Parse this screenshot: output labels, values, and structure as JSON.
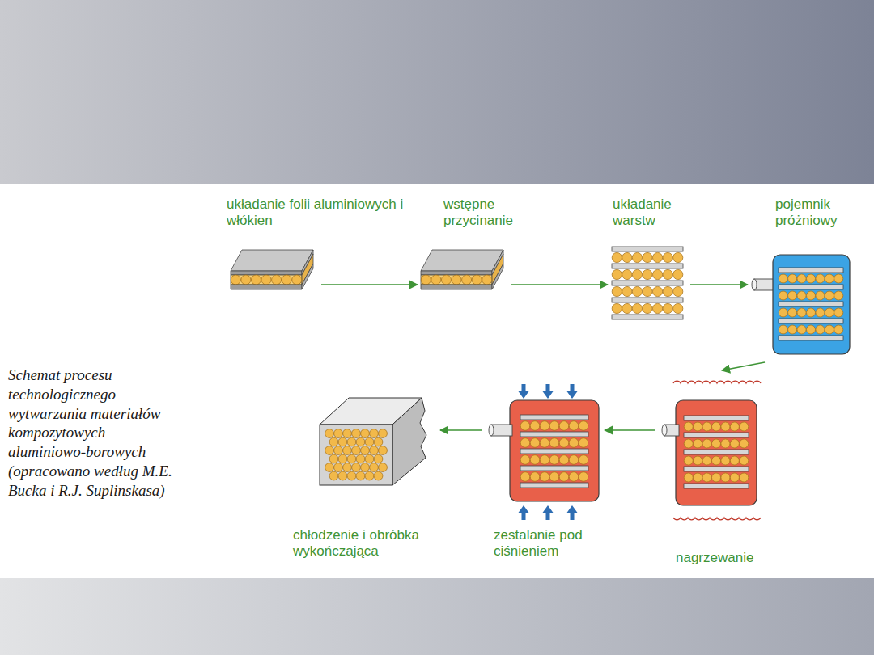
{
  "diagram": {
    "caption": "Schemat procesu technologicznego wytwarzania materiałów kompozytowych aluminiowo-borowych (opracowano według M.E. Bucka i R.J. Suplinskasa)",
    "nodes": [
      {
        "text": [
          "układanie folii aluminiowych i włókien"
        ]
      },
      {
        "text": [
          "wstępne przycinanie"
        ]
      },
      {
        "text": [
          "układanie warstw"
        ]
      },
      {
        "text": [
          "pojemnik próżniowy"
        ]
      },
      {
        "text": [
          "nagrzewanie"
        ]
      },
      {
        "text": [
          "zestalanie pod ciśnieniem"
        ]
      },
      {
        "text": [
          "chłodzenie i obróbka wykończająca"
        ]
      }
    ],
    "edges": [
      {
        "from": 0,
        "to": 1,
        "arrow": "to"
      },
      {
        "from": 1,
        "to": 2,
        "arrow": "to"
      },
      {
        "from": 2,
        "to": 3,
        "arrow": "to"
      },
      {
        "from": 3,
        "to": 4,
        "arrow": "to"
      },
      {
        "from": 4,
        "to": 5,
        "arrow": "to"
      },
      {
        "from": 5,
        "to": 6,
        "arrow": "to"
      }
    ]
  }
}
